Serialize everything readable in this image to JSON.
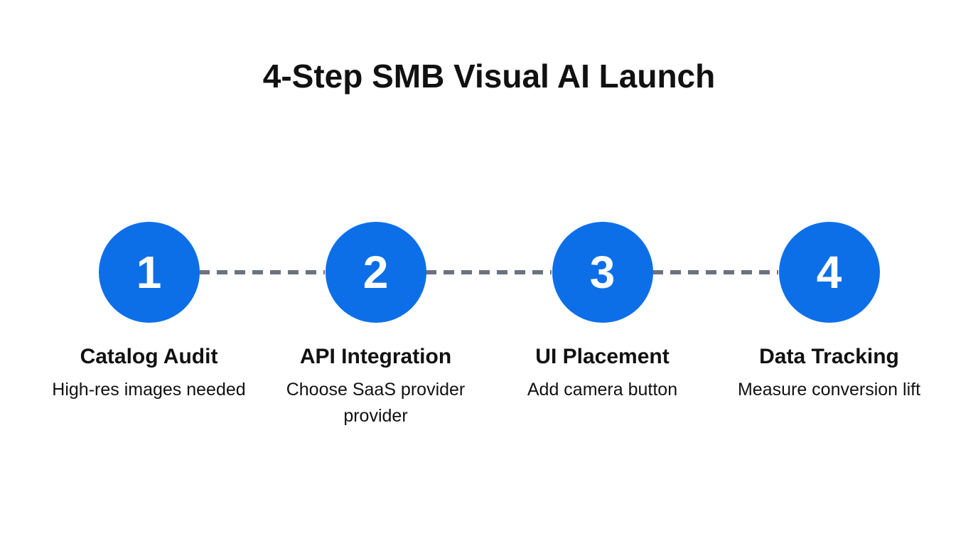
{
  "title": "4-Step SMB Visual AI Launch",
  "steps": [
    {
      "number": "1",
      "label": "Catalog Audit",
      "description": "High-res images needed"
    },
    {
      "number": "2",
      "label": "API Integration",
      "description": "Choose SaaS provider provider"
    },
    {
      "number": "3",
      "label": "UI Placement",
      "description": "Add camera button"
    },
    {
      "number": "4",
      "label": "Data Tracking",
      "description": "Measure conversion lift"
    }
  ],
  "colors": {
    "circle_fill": "#0d6fe8",
    "circle_number": "#ffffff",
    "connector": "#6b7280",
    "text": "#111111",
    "background": "#ffffff"
  }
}
